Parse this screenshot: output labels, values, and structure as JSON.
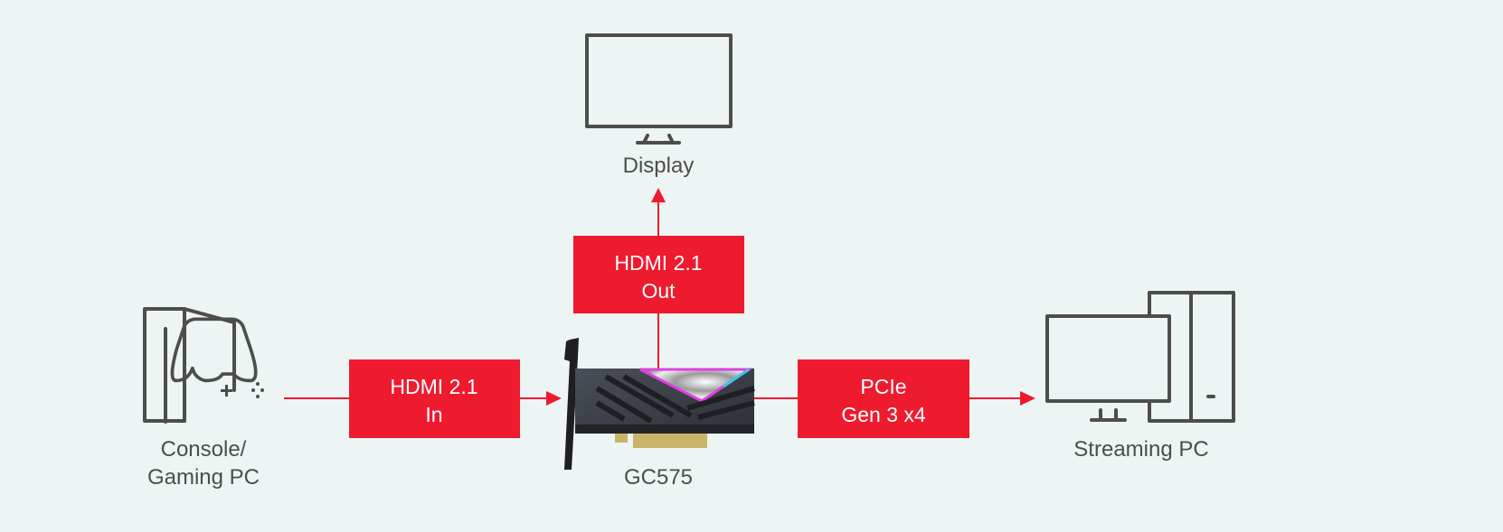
{
  "colors": {
    "accent": "#ee1a2e",
    "icon": "#4d4d4d",
    "background": "#edf5f4"
  },
  "nodes": {
    "display": {
      "label": "Display",
      "icon": "monitor-icon"
    },
    "console": {
      "label_line1": "Console/",
      "label_line2": "Gaming PC",
      "icon": "console-controller-icon"
    },
    "card": {
      "label": "GC575",
      "icon": "capture-card-image"
    },
    "streaming_pc": {
      "label": "Streaming PC",
      "icon": "desktop-pc-icon"
    }
  },
  "connections": {
    "hdmi_out": {
      "line1": "HDMI 2.1",
      "line2": "Out"
    },
    "hdmi_in": {
      "line1": "HDMI 2.1",
      "line2": "In"
    },
    "pcie": {
      "line1": "PCIe",
      "line2": "Gen 3 x4"
    }
  }
}
